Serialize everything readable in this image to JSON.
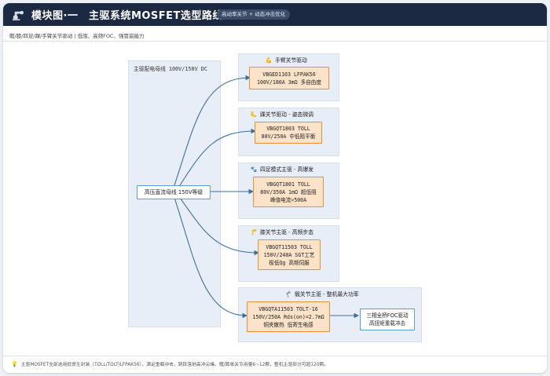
{
  "header": {
    "title": "模块图·一　主驱系统MOSFET选型路线",
    "tag": "高动率关节 + 动态冲击优化"
  },
  "breadcrumb": "髋/膝/四足/踝/手臂关节驱动 | 低阻、高频FOC、强冒崩能力",
  "bus": {
    "panel_label": "主驱配电母线 100V/150V DC",
    "node_label": "高压直流母线 150V等级"
  },
  "groups": [
    {
      "icon": "flexed-arm-icon",
      "glyph": "💪",
      "title": "手臂关节驱动",
      "node_lines": [
        "VBGED1103 LFPAK56",
        "100V/180A 3mΩ 多自由度"
      ]
    },
    {
      "icon": "foot-icon",
      "glyph": "🦶",
      "title": "踝关节驱动 - 姿态微调",
      "node_lines": [
        "VBGQT1803 TOLL",
        "80V/250A 中低阻平衡"
      ]
    },
    {
      "icon": "paw-prints-icon",
      "glyph": "🐾",
      "title": "四足模式主驱 - 高爆发",
      "node_lines": [
        "VBGQT1801 TOLL",
        "80V/350A 1mΩ 超低阻",
        "峰值电流>500A"
      ]
    },
    {
      "icon": "knee-icon",
      "glyph": "🦵",
      "title": "膝关节主驱 - 高频步态",
      "node_lines": [
        "VBGQT11503 TOLL",
        "150V/240A SGT工艺",
        "极低Qg 高频伺服"
      ]
    },
    {
      "icon": "leg-icon",
      "glyph": "🦿",
      "title": "髋关节主驱 - 整机最大功率",
      "node_lines": [
        "VBGQTA11503 TOLT-16",
        "150V/250A Rds(on)=2.7mΩ",
        "铜夹散热 低寄生电感"
      ],
      "extra_lines": [
        "三相全桥FOC驱动",
        "高扭矩重载冲击"
      ]
    }
  ],
  "footer": {
    "icon": "lightbulb-icon",
    "text": "主驱MOSFET全部选用低寄生封装（TOLL/TOLT/LFPAK56），满足重载冲击，跳跃落地高冲尖峰。髋/膝单关节用量6~12颗，整机主驱部分可超120颗。"
  }
}
